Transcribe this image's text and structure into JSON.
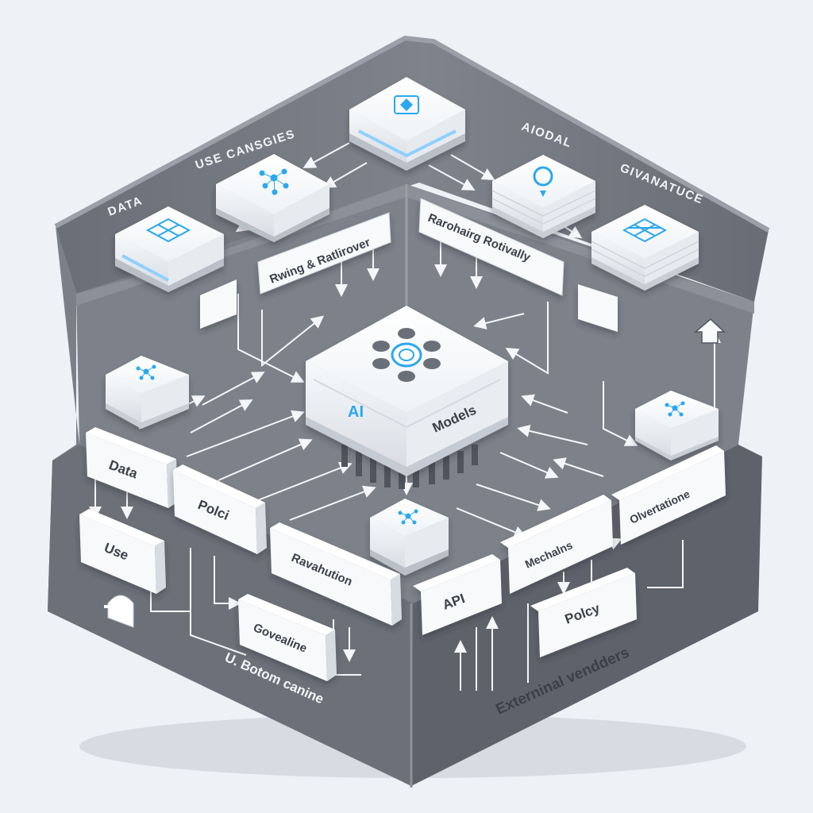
{
  "diagram": {
    "wall_labels": {
      "data": "DATA",
      "use_cases": "USE CANSGIES",
      "modal": "AIODAL",
      "governance": "GIVANATUCE"
    },
    "inner_labels": {
      "left": "Rwing & Ratlirover",
      "right": "Rarohairg Rotivally"
    },
    "core": {
      "label_left": "AI",
      "label_right": "Models"
    },
    "floor_labels": {
      "data": "Data",
      "policy_left": "Polci",
      "use": "Use",
      "evaluation": "Ravahution",
      "governance": "Govealine",
      "api": "API",
      "mechanisms": "Mechalns",
      "policy_right": "Polcy",
      "observations": "Olvertatione"
    },
    "footer_labels": {
      "bottom_left": "U. Botom canine",
      "bottom_right": "Externinal vendders"
    },
    "colors": {
      "wall": "#6f747c",
      "floor": "#7b8089",
      "accent": "#2aa8f0",
      "module": "#ffffff"
    }
  }
}
